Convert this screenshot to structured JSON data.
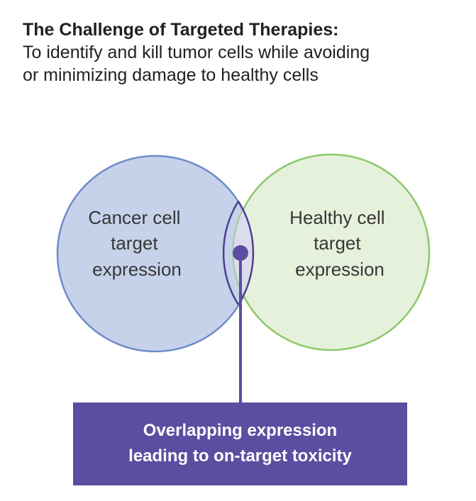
{
  "heading": {
    "title": "The Challenge of Targeted Therapies:",
    "subtitle_line1": "To identify and kill tumor cells while avoiding",
    "subtitle_line2": "or minimizing damage to healthy cells"
  },
  "venn": {
    "cancer": {
      "lines": [
        "Cancer cell",
        "target",
        "expression"
      ],
      "fill": "#c5d2ea",
      "stroke": "#6f8cc8"
    },
    "healthy": {
      "lines": [
        "Healthy cell",
        "target",
        "expression"
      ],
      "fill": "#e6f1dc",
      "stroke": "#8cc86a"
    },
    "overlap": {
      "fill": "#dcdcee",
      "stroke": "#4b3f8f"
    },
    "marker_color": "#5b4ea0"
  },
  "callout": {
    "line1": "Overlapping expression",
    "line2": "leading to on-target toxicity",
    "background": "#5b4ea0"
  }
}
